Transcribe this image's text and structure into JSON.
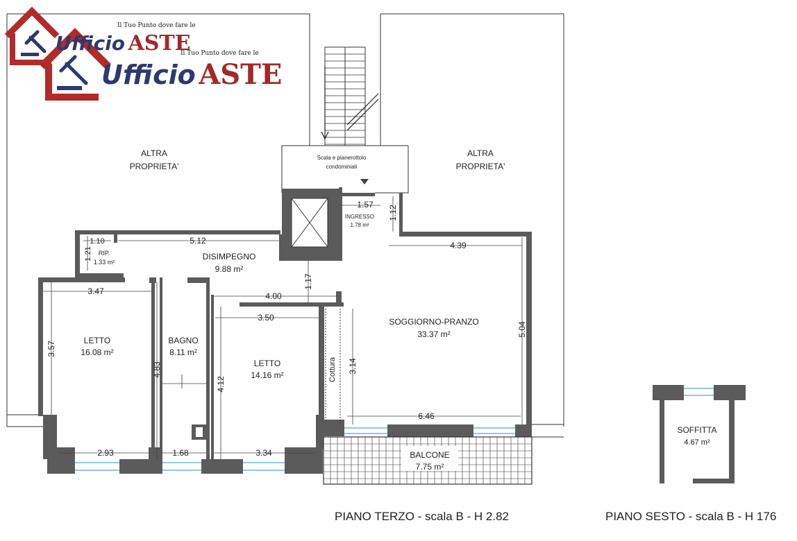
{
  "logo": {
    "tagline": "Il Tuo Punto dove fare le",
    "brand_primary": "Ufficio",
    "brand_secondary": "ASTE",
    "colors": {
      "house": "#b22a2a",
      "primary": "#2e3a6e",
      "secondary": "#a3282a"
    }
  },
  "rooms": {
    "altra_left": {
      "line1": "ALTRA",
      "line2": "PROPRIETA'"
    },
    "altra_right": {
      "line1": "ALTRA",
      "line2": "PROPRIETA'"
    },
    "scala": {
      "line1": "Scala e pianerottolo",
      "line2": "condominiali"
    },
    "ingresso": {
      "name": "INGRESSO",
      "area": "1.78 m²"
    },
    "rip": {
      "name": "RIP.",
      "area": "1.33 m²"
    },
    "disimpegno": {
      "name": "DISIMPEGNO",
      "area": "9.88 m²"
    },
    "letto1": {
      "name": "LETTO",
      "area": "16.08 m²"
    },
    "bagno": {
      "name": "BAGNO",
      "area": "8.11 m²"
    },
    "letto2": {
      "name": "LETTO",
      "area": "14.16 m²"
    },
    "soggiorno": {
      "name": "SOGGIORNO-PRANZO",
      "area": "33.37 m²"
    },
    "cottura": {
      "name": "Cottura"
    },
    "balcone": {
      "name": "BALCONE",
      "area": "7.75 m²"
    },
    "soffitta": {
      "name": "SOFFITTA",
      "area": "4.67 m²"
    }
  },
  "dimensions": {
    "ingresso_w": "1.57",
    "ingresso_h": "1.12",
    "rip_w": "1.10",
    "rip_h": "1.21",
    "disimpegno_w": "5.12",
    "corridor_w": "4.00",
    "corridor_h": "1.17",
    "soggiorno_top": "4.39",
    "soggiorno_h": "5.04",
    "soggiorno_inner_h": "3.14",
    "soggiorno_bottom": "6.46",
    "letto1_w": "3.47",
    "letto1_h": "3.57",
    "bagno_h": "4.83",
    "letto2_w": "3.50",
    "letto2_h": "4.12",
    "bottom_letto1": "2.93",
    "bottom_bagno": "1.68",
    "bottom_letto2": "3.34"
  },
  "captions": {
    "piano_terzo": "PIANO TERZO - scala B - H 2.82",
    "piano_sesto": "PIANO SESTO - scala B - H 176"
  }
}
